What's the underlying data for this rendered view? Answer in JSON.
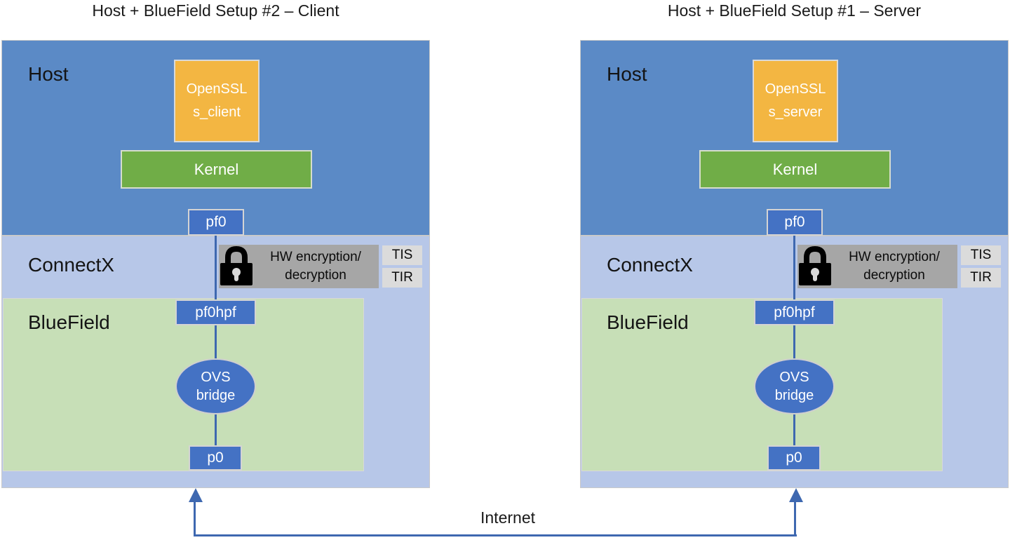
{
  "setups": [
    {
      "title": "Host + BlueField Setup #2 – Client",
      "host_label": "Host",
      "openssl": {
        "line1": "OpenSSL",
        "line2": "s_client"
      },
      "kernel_label": "Kernel",
      "pf0_label": "pf0",
      "connectx_label": "ConnectX",
      "hw": {
        "line1": "HW encryption/",
        "line2": "decryption"
      },
      "tis_label": "TIS",
      "tir_label": "TIR",
      "bluefield_label": "BlueField",
      "pf0hpf_label": "pf0hpf",
      "ovs": {
        "line1": "OVS",
        "line2": "bridge"
      },
      "p0_label": "p0"
    },
    {
      "title": "Host + BlueField Setup #1 – Server",
      "host_label": "Host",
      "openssl": {
        "line1": "OpenSSL",
        "line2": "s_server"
      },
      "kernel_label": "Kernel",
      "pf0_label": "pf0",
      "connectx_label": "ConnectX",
      "hw": {
        "line1": "HW encryption/",
        "line2": "decryption"
      },
      "tis_label": "TIS",
      "tir_label": "TIR",
      "bluefield_label": "BlueField",
      "pf0hpf_label": "pf0hpf",
      "ovs": {
        "line1": "OVS",
        "line2": "bridge"
      },
      "p0_label": "p0"
    }
  ],
  "internet_label": "Internet",
  "colors": {
    "host_blue": "#5b8ac6",
    "connectx_blue": "#b7c7e8",
    "bluefield_green": "#c7dfb7",
    "kernel_green": "#70ad47",
    "openssl_amber": "#f3b642",
    "node_blue": "#4472c4",
    "hw_gray": "#a6a6a6",
    "tag_gray": "#dbdbdb",
    "line_blue": "#3e68b0"
  }
}
